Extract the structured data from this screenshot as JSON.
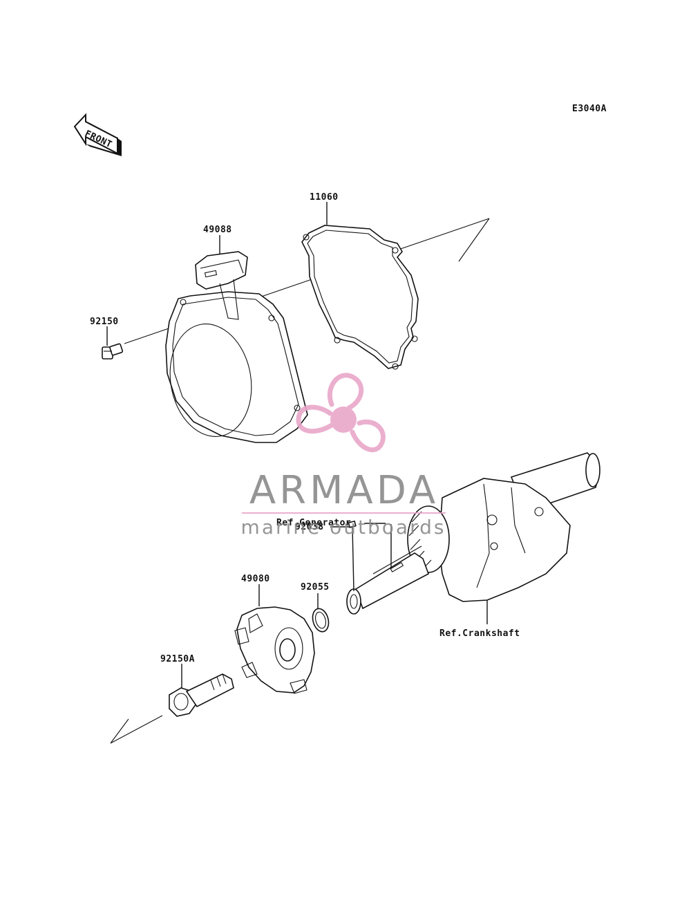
{
  "diagram_code": "E3040A",
  "front_label": "FRONT",
  "parts": {
    "p11060": "11060",
    "p49088": "49088",
    "p92150": "92150",
    "p92038": "92038",
    "p49080": "49080",
    "p92055": "92055",
    "p92150a": "92150A"
  },
  "refs": {
    "generator": "Ref.Generator",
    "crankshaft": "Ref.Crankshaft"
  },
  "watermark": {
    "brand": "ARMADA",
    "tagline": "marine outboards",
    "colors": {
      "primary": "#e9a7c9",
      "text": "#8a8a8a"
    }
  }
}
